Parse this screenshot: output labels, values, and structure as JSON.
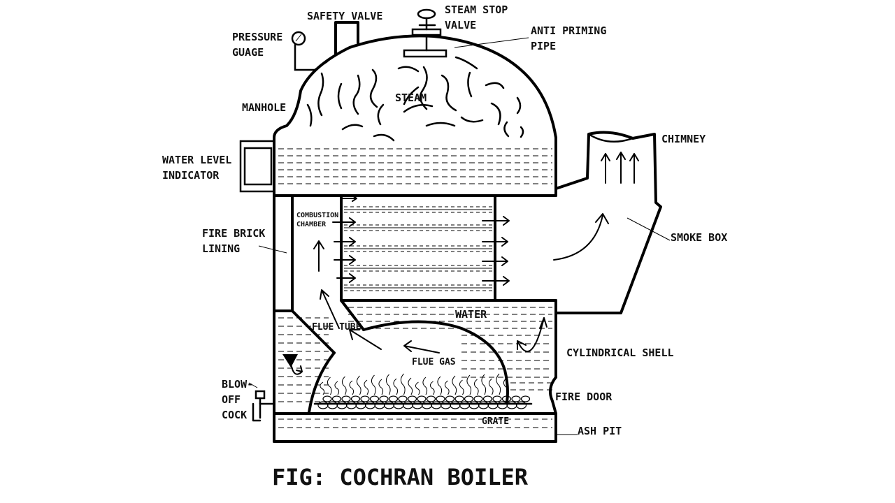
{
  "labels": {
    "safety_valve": "SAFETY VALVE",
    "steam_stop_1": "STEAM STOP",
    "steam_stop_2": "VALVE",
    "pressure_1": "PRESSURE",
    "pressure_2": "GUAGE",
    "anti_priming_1": "ANTI PRIMING",
    "anti_priming_2": "PIPE",
    "manhole": "MANHOLE",
    "steam": "STEAM",
    "chimney": "CHIMNEY",
    "water_level_1": "WATER LEVEL",
    "water_level_2": "INDICATOR",
    "combustion_1": "COMBUSTION",
    "combustion_2": "CHAMBER",
    "fire_brick_1": "FIRE BRICK",
    "fire_brick_2": "LINING",
    "smoke_box": "SMOKE BOX",
    "water": "WATER",
    "flue_tube": "FLUE TUBE",
    "cylindrical_shell": "CYLINDRICAL SHELL",
    "flue_gas": "FLUE GAS",
    "blow_off_1": "BLOW-",
    "blow_off_2": "OFF",
    "blow_off_3": "COCK",
    "fire_door": "FIRE DOOR",
    "grate": "GRATE",
    "ash_pit": "ASH PIT"
  },
  "caption": "FIG: COCHRAN BOILER"
}
